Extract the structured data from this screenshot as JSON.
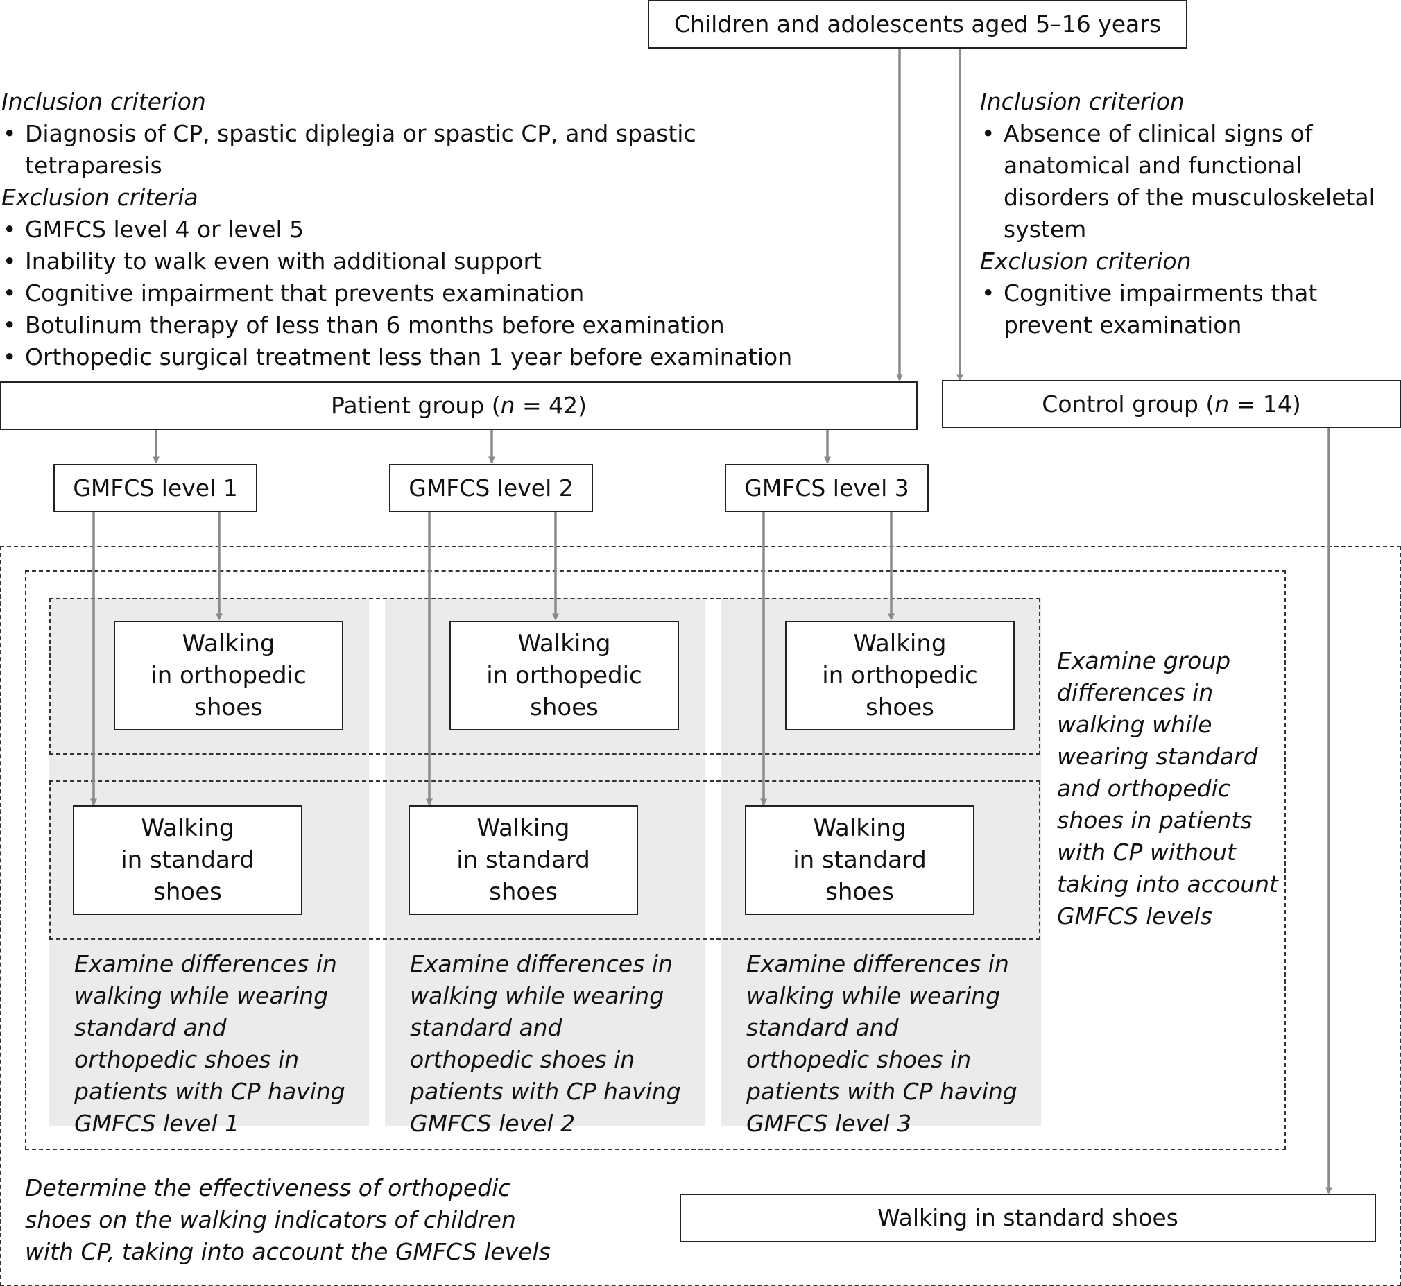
{
  "top_box": "Children and adolescents aged 5–16 years",
  "left_criteria": {
    "inclusion_head": "Inclusion criterion",
    "inclusion_items": [
      "Diagnosis of CP, spastic diplegia or spastic CP, and spastic tetraparesis"
    ],
    "exclusion_head": "Exclusion criteria",
    "exclusion_items": [
      "GMFCS level 4 or level 5",
      "Inability to walk even with additional support",
      "Cognitive impairment that prevents examination",
      "Botulinum therapy of less than 6 months before examination",
      "Orthopedic surgical treatment less than 1 year before examination"
    ]
  },
  "right_criteria": {
    "inclusion_head": "Inclusion criterion",
    "inclusion_items": [
      "Absence of clinical signs of anatomical and functional disorders of the musculoskeletal system"
    ],
    "exclusion_head": "Exclusion criterion",
    "exclusion_items": [
      "Cognitive impairments that prevent examination"
    ]
  },
  "patient_group": {
    "label": "Patient group (",
    "n": "n",
    "rest": " = 42)"
  },
  "control_group": {
    "label": "Control group (",
    "n": "n",
    "rest": " = 14)"
  },
  "levels": [
    {
      "label": "GMFCS level 1",
      "orthopedic": "Walking\nin orthopedic\nshoes",
      "standard": "Walking\nin standard\nshoes",
      "note": "Examine differences in walking while wearing standard and orthopedic shoes in patients with CP having GMFCS level 1"
    },
    {
      "label": "GMFCS level 2",
      "orthopedic": "Walking\nin orthopedic\nshoes",
      "standard": "Walking\nin standard\nshoes",
      "note": "Examine differences in walking while wearing standard and orthopedic shoes in patients with CP having GMFCS level 2"
    },
    {
      "label": "GMFCS level 3",
      "orthopedic": "Walking\nin orthopedic\nshoes",
      "standard": "Walking\nin standard\nshoes",
      "note": "Examine differences in walking while wearing standard and orthopedic shoes in patients with CP having GMFCS level 3"
    }
  ],
  "group_note": "Examine group differences in walking while wearing standard and orthopedic shoes in patients with CP without taking into account GMFCS levels",
  "effectiveness_note": "Determine the effectiveness of orthopedic shoes on the walking indicators of children with CP, taking into account the GMFCS levels",
  "control_walking": "Walking in standard shoes",
  "colors": {
    "arrow": "#8a8a8a",
    "panel": "#ebebeb",
    "border": "#222222"
  }
}
